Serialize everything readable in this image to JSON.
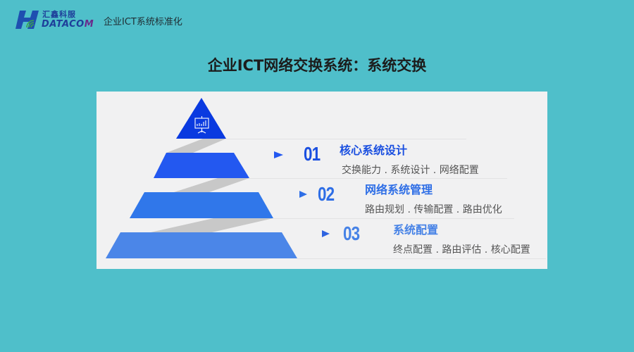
{
  "header": {
    "logo": {
      "name_cn": "汇鑫科服",
      "name_en_prefix": "DATACO",
      "name_en_suffix": "M"
    },
    "subtitle": "企业ICT系统标准化"
  },
  "page": {
    "title": "企业ICT网络交换系统：系统交换"
  },
  "colors": {
    "background": "#4fbfca",
    "panel": "#f1f1f2",
    "tip": "#0a3ae0",
    "tier1": "#2358f0",
    "tier2": "#3077ea",
    "tier3": "#4b86e8",
    "connector": "#c8c8c8",
    "num1": "#1a4fe0",
    "num2": "#2e6ee6",
    "num3": "#4682e6"
  },
  "pyramid": {
    "top_icon": "presentation-chart-icon"
  },
  "items": [
    {
      "number": "01",
      "title": "核心系统设计",
      "description": "交换能力 . 系统设计 . 网络配置"
    },
    {
      "number": "02",
      "title": "网络系统管理",
      "description": "路由规划 . 传输配置 . 路由优化"
    },
    {
      "number": "03",
      "title": "系统配置",
      "description": "终点配置 . 路由评估 . 核心配置"
    }
  ]
}
